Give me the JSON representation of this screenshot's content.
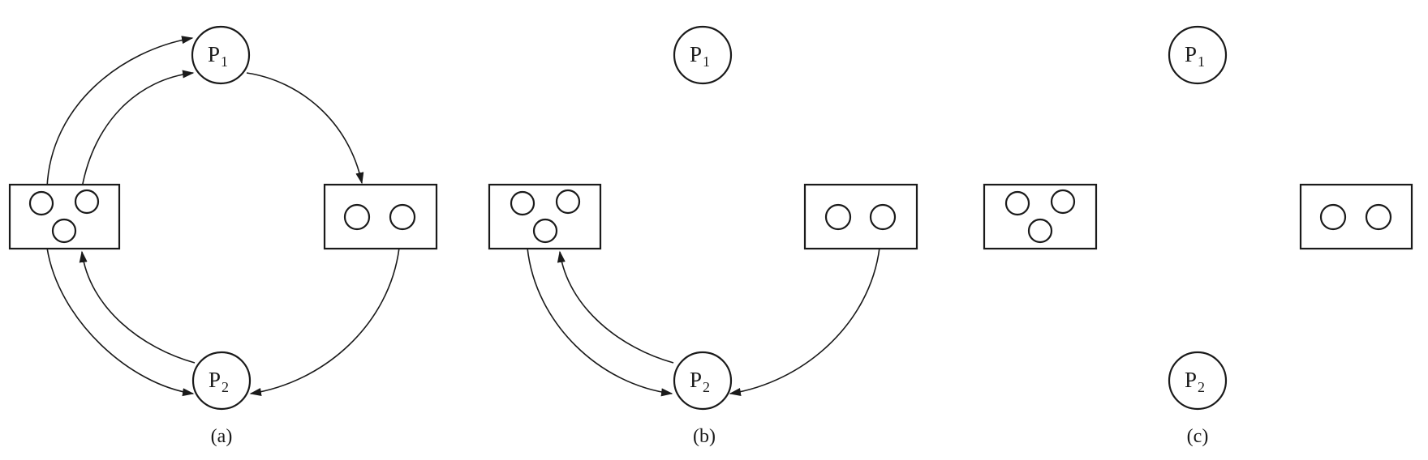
{
  "diagrams": [
    {
      "caption": "(a)",
      "p1": {
        "letter": "P",
        "sub": "1"
      },
      "p2": {
        "letter": "P",
        "sub": "2"
      }
    },
    {
      "caption": "(b)",
      "p1": {
        "letter": "P",
        "sub": "1"
      },
      "p2": {
        "letter": "P",
        "sub": "2"
      }
    },
    {
      "caption": "(c)",
      "p1": {
        "letter": "P",
        "sub": "1"
      },
      "p2": {
        "letter": "P",
        "sub": "2"
      }
    }
  ],
  "colors": {
    "stroke": "#1a1a1a",
    "background": "#ffffff"
  }
}
